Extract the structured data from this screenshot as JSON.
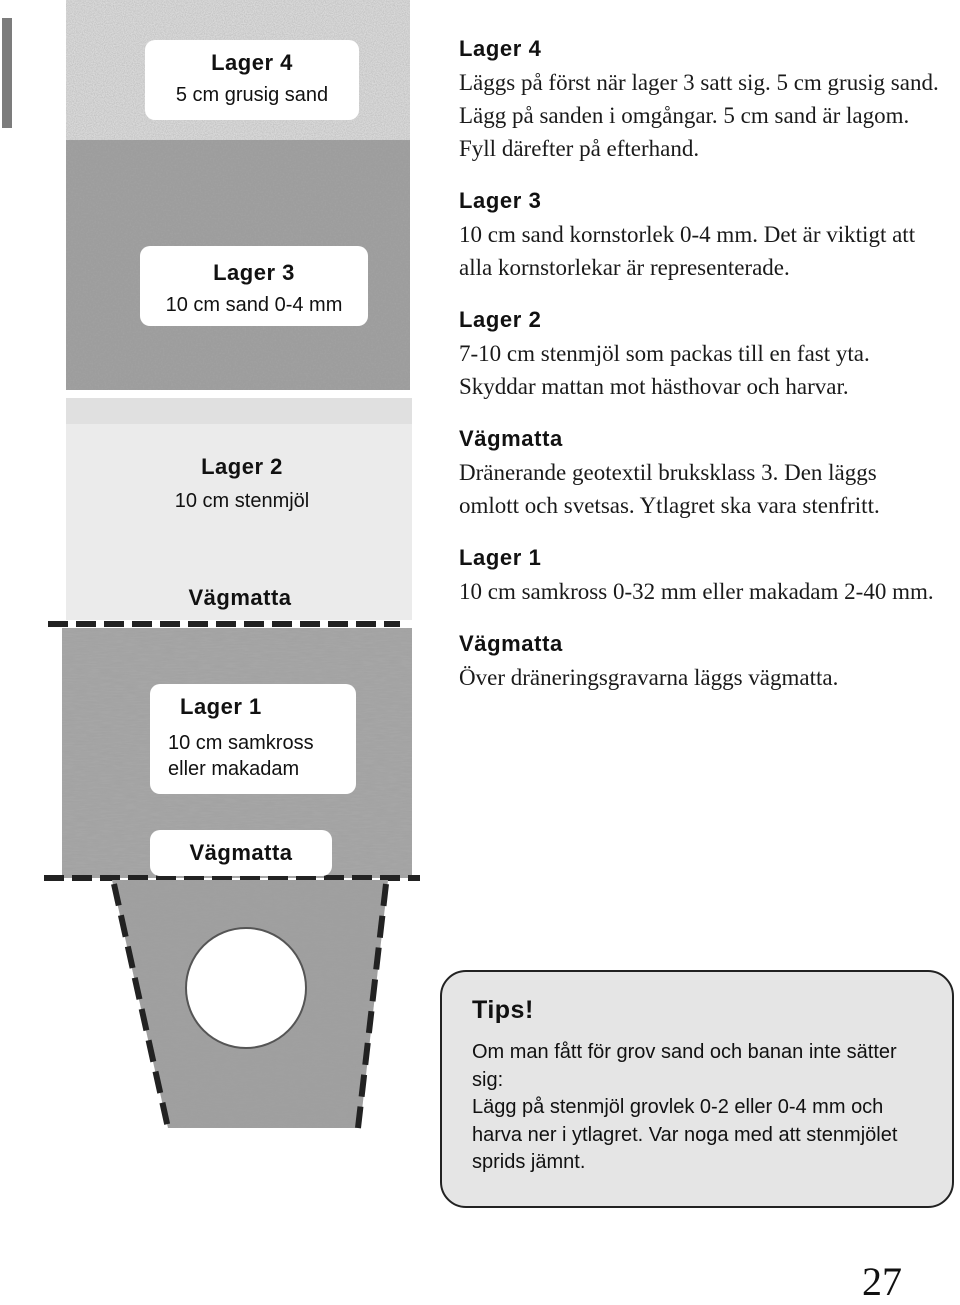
{
  "diagram": {
    "layer4": {
      "title": "Lager 4",
      "sub": "5 cm grusig sand"
    },
    "layer3": {
      "title": "Lager 3",
      "sub": "10 cm sand 0-4 mm"
    },
    "layer2": {
      "title": "Lager 2",
      "sub": "10 cm stenmjöl"
    },
    "mat_upper": "Vägmatta",
    "layer1": {
      "title": "Lager 1",
      "sub_line1": "10 cm samkross",
      "sub_line2": "eller makadam"
    },
    "mat_lower": "Vägmatta"
  },
  "sections": [
    {
      "title": "Lager 4",
      "body": "Läggs på först när lager 3 satt sig. 5 cm grusig sand. Lägg på sanden i omgångar. 5 cm sand är lagom. Fyll därefter på efterhand."
    },
    {
      "title": "Lager 3",
      "body": "10 cm sand kornstorlek 0-4 mm. Det är viktigt att alla kornstorlekar är representerade."
    },
    {
      "title": "Lager 2",
      "body": "7-10 cm stenmjöl som packas till en fast yta. Skyddar mattan mot hästhovar och harvar."
    },
    {
      "title": "Vägmatta",
      "body": "Dränerande geotextil bruksklass 3. Den läggs omlott och svetsas. Ytlagret ska vara stenfritt."
    },
    {
      "title": "Lager 1",
      "body": "10 cm samkross 0-32 mm eller makadam 2-40 mm."
    },
    {
      "title": "Vägmatta",
      "body": "Över dräneringsgravarna läggs vägmatta."
    }
  ],
  "tips": {
    "title": "Tips!",
    "line1": "Om man fått för grov sand och banan inte sätter sig:",
    "line2": "Lägg på stenmjöl grovlek 0-2 eller 0-4 mm och harva ner i ytlagret. Var noga med att stenmjölet sprids jämnt."
  },
  "page_number": "27"
}
